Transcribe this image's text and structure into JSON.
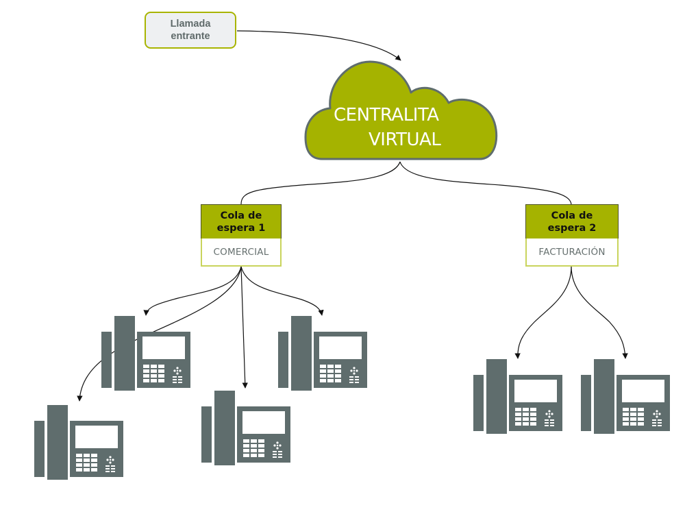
{
  "colors": {
    "accent_green": "#a5b300",
    "cloud_border": "#5f6d6d",
    "phone_gray": "#5f6d6d",
    "connector": "#111111",
    "incoming_bg": "#eef0f2",
    "queue_body_border": "#c9d45c"
  },
  "incoming_call": {
    "line1": "Llamada",
    "line2": "entrante"
  },
  "pbx": {
    "line1": "CENTRALITA",
    "line2": "VIRTUAL",
    "icon": "cloud-icon"
  },
  "queues": [
    {
      "title_line1": "Cola de",
      "title_line2": "espera 1",
      "department": "COMERCIAL",
      "phones": 4
    },
    {
      "title_line1": "Cola de",
      "title_line2": "espera 2",
      "department": "FACTURACIÓN",
      "phones": 2
    }
  ],
  "phones": [
    {
      "icon": "desk-phone-icon",
      "queue": 1
    },
    {
      "icon": "desk-phone-icon",
      "queue": 1
    },
    {
      "icon": "desk-phone-icon",
      "queue": 1
    },
    {
      "icon": "desk-phone-icon",
      "queue": 1
    },
    {
      "icon": "desk-phone-icon",
      "queue": 2
    },
    {
      "icon": "desk-phone-icon",
      "queue": 2
    }
  ]
}
